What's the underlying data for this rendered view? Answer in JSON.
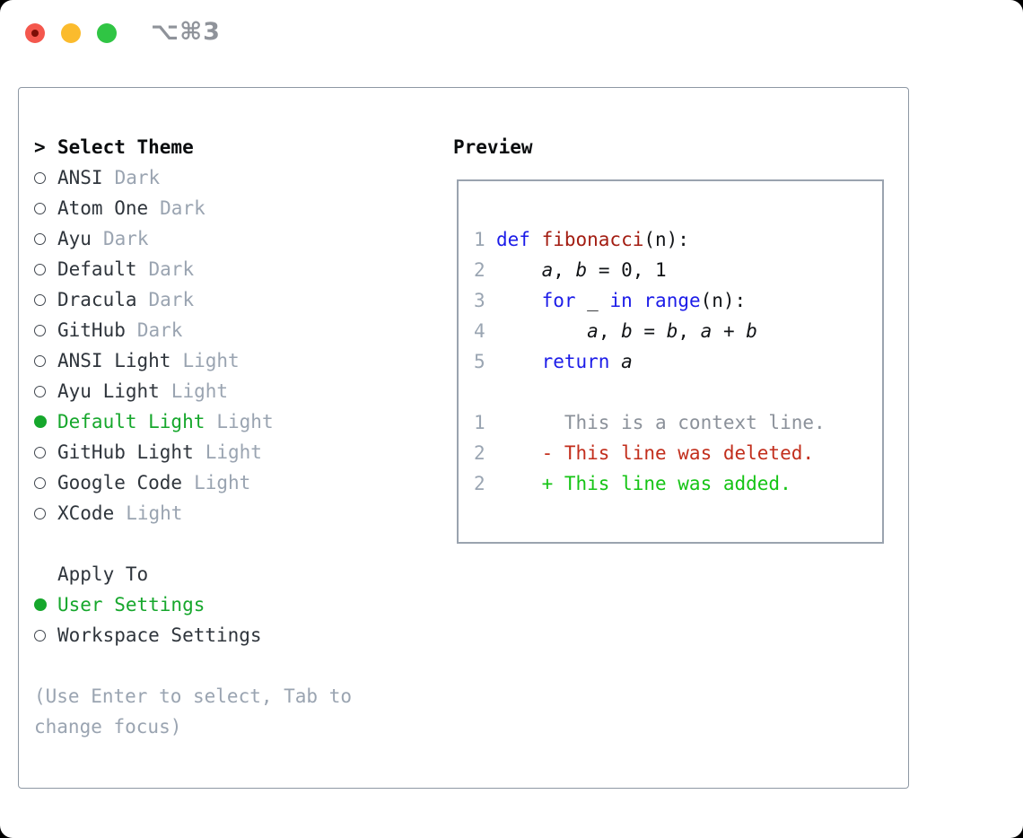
{
  "window": {
    "shortcut_label": "⌥⌘3"
  },
  "colors": {
    "tl-red": "#f4574d",
    "tl-red-dot": "#7c0e06",
    "tl-yellow": "#fbbb2d",
    "tl-green": "#30c544",
    "titlebar-fg": "#8f939a",
    "frame-border": "#8e98a4",
    "preview-border": "#9aa3af",
    "header-fg": "#0a0c0e",
    "item-fg": "#2f353c",
    "dim-fg": "#9aa4b1",
    "radio-ring": "#40464e",
    "accent-green": "#16a72c",
    "line-num": "#9aa5b2",
    "code-kw": "#1c1ce8",
    "code-fn": "#a31d12",
    "code-plain": "#121417",
    "diff-ctx": "#8b919a",
    "diff-del": "#c22e1c",
    "diff-add": "#15c415"
  },
  "theme_picker": {
    "prompt_marker": ">",
    "title": "Select Theme",
    "items": [
      {
        "name": "ANSI",
        "variant": "Dark",
        "selected": false
      },
      {
        "name": "Atom One",
        "variant": "Dark",
        "selected": false
      },
      {
        "name": "Ayu",
        "variant": "Dark",
        "selected": false
      },
      {
        "name": "Default",
        "variant": "Dark",
        "selected": false
      },
      {
        "name": "Dracula",
        "variant": "Dark",
        "selected": false
      },
      {
        "name": "GitHub",
        "variant": "Dark",
        "selected": false
      },
      {
        "name": "ANSI Light",
        "variant": "Light",
        "selected": false
      },
      {
        "name": "Ayu Light",
        "variant": "Light",
        "selected": false
      },
      {
        "name": "Default Light",
        "variant": "Light",
        "selected": true
      },
      {
        "name": "GitHub Light",
        "variant": "Light",
        "selected": false
      },
      {
        "name": "Google Code",
        "variant": "Light",
        "selected": false
      },
      {
        "name": "XCode",
        "variant": "Light",
        "selected": false
      }
    ]
  },
  "apply_to": {
    "title": "Apply To",
    "options": [
      {
        "label": "User Settings",
        "selected": true
      },
      {
        "label": "Workspace Settings",
        "selected": false
      }
    ]
  },
  "hint": "(Use Enter to select, Tab to change focus)",
  "preview": {
    "title": "Preview",
    "code_lines": [
      {
        "num": "1",
        "tokens": [
          {
            "text": "def ",
            "style": "kw"
          },
          {
            "text": "fibonacci",
            "style": "fn"
          },
          {
            "text": "(n):",
            "style": "plain"
          }
        ]
      },
      {
        "num": "2",
        "tokens": [
          {
            "text": "    ",
            "style": "plain"
          },
          {
            "text": "a",
            "style": "var"
          },
          {
            "text": ", ",
            "style": "plain"
          },
          {
            "text": "b",
            "style": "var"
          },
          {
            "text": " = 0, 1",
            "style": "plain"
          }
        ]
      },
      {
        "num": "3",
        "tokens": [
          {
            "text": "    ",
            "style": "plain"
          },
          {
            "text": "for",
            "style": "kw"
          },
          {
            "text": " _ ",
            "style": "plain"
          },
          {
            "text": "in",
            "style": "kw"
          },
          {
            "text": " ",
            "style": "plain"
          },
          {
            "text": "range",
            "style": "kw"
          },
          {
            "text": "(n):",
            "style": "plain"
          }
        ]
      },
      {
        "num": "4",
        "tokens": [
          {
            "text": "        ",
            "style": "plain"
          },
          {
            "text": "a",
            "style": "var"
          },
          {
            "text": ", ",
            "style": "plain"
          },
          {
            "text": "b",
            "style": "var"
          },
          {
            "text": " = ",
            "style": "plain"
          },
          {
            "text": "b",
            "style": "var"
          },
          {
            "text": ", ",
            "style": "plain"
          },
          {
            "text": "a",
            "style": "var"
          },
          {
            "text": " + ",
            "style": "plain"
          },
          {
            "text": "b",
            "style": "var"
          }
        ]
      },
      {
        "num": "5",
        "tokens": [
          {
            "text": "    ",
            "style": "plain"
          },
          {
            "text": "return",
            "style": "kw"
          },
          {
            "text": " ",
            "style": "plain"
          },
          {
            "text": "a",
            "style": "var"
          }
        ]
      },
      {
        "num": "",
        "tokens": []
      },
      {
        "num": "1",
        "tokens": [
          {
            "text": "      This is a context line.",
            "style": "ctx"
          }
        ]
      },
      {
        "num": "2",
        "tokens": [
          {
            "text": "    - This line was deleted.",
            "style": "del"
          }
        ]
      },
      {
        "num": "2",
        "tokens": [
          {
            "text": "    + This line was added.",
            "style": "add"
          }
        ]
      }
    ]
  }
}
